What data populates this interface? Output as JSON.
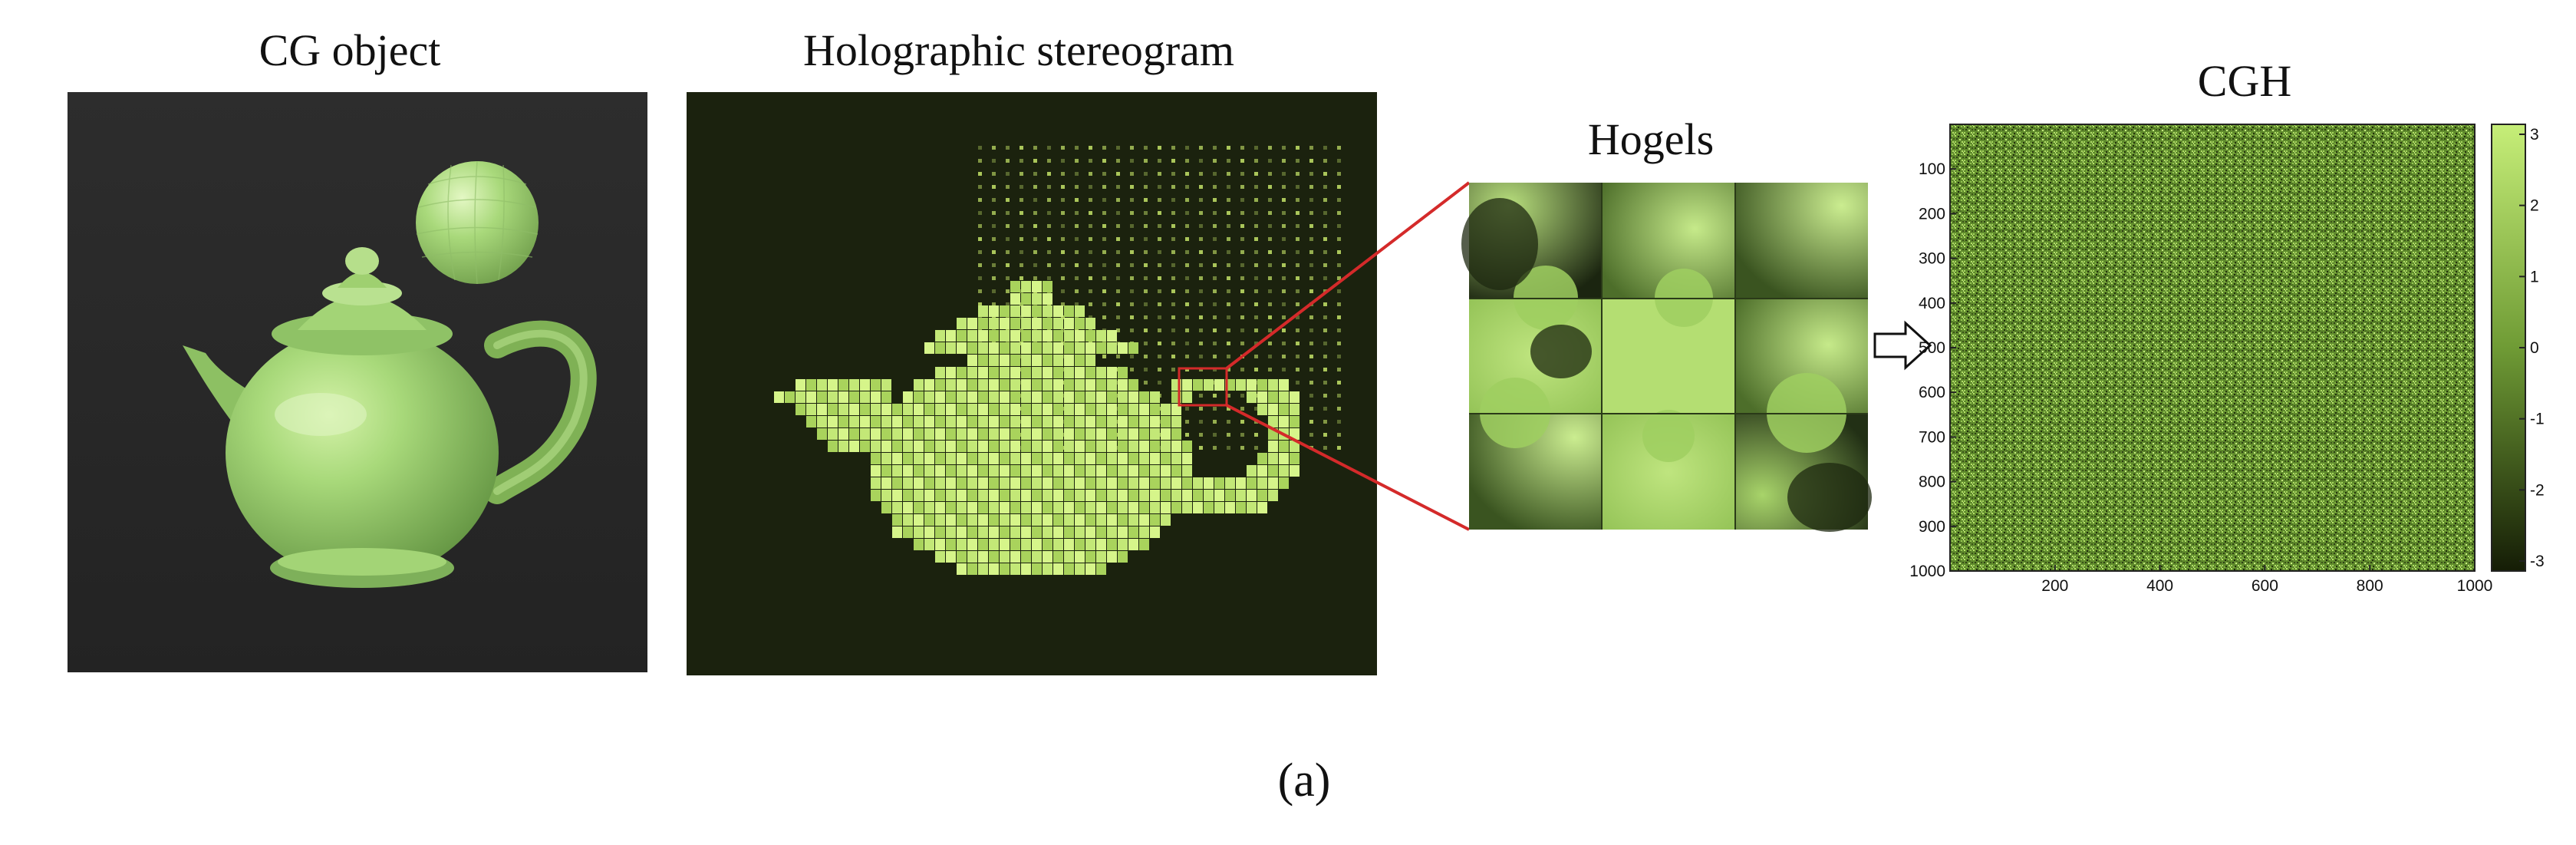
{
  "figure": {
    "caption": "(a)",
    "panels": {
      "cg_object": {
        "title": "CG object"
      },
      "stereogram": {
        "title": "Holographic stereogram"
      },
      "hogels": {
        "title": "Hogels"
      },
      "cgh": {
        "title": "CGH"
      }
    }
  },
  "colors": {
    "object_green": "#a3d476",
    "cg_background": "#2b2b2b",
    "stereogram_background": "#1b220e",
    "hogel_green": "#9fd160",
    "highlight_red": "#d42a2a",
    "cgh_dark": "#1f2c0b",
    "cgh_light": "#b8e36a"
  },
  "cgh_axes": {
    "y_ticks": [
      "100",
      "200",
      "300",
      "400",
      "500",
      "600",
      "700",
      "800",
      "900",
      "1000"
    ],
    "x_ticks": [
      "200",
      "400",
      "600",
      "800",
      "1000"
    ],
    "colorbar_ticks": [
      "3",
      "2",
      "1",
      "0",
      "-1",
      "-2",
      "-3"
    ]
  },
  "chart_data": {
    "type": "heatmap",
    "title": "CGH",
    "xlim": [
      1,
      1000
    ],
    "ylim": [
      1,
      1000
    ],
    "x_ticks": [
      200,
      400,
      600,
      800,
      1000
    ],
    "y_ticks": [
      100,
      200,
      300,
      400,
      500,
      600,
      700,
      800,
      900,
      1000
    ],
    "colorbar_range": [
      -3.14,
      3.14
    ],
    "colorbar_ticks": [
      3,
      2,
      1,
      0,
      -1,
      -2,
      -3
    ]
  }
}
